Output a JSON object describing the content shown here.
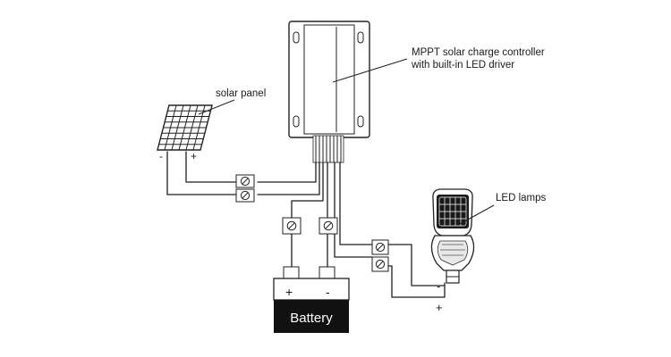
{
  "labels": {
    "controller_line1": "MPPT solar charge controller",
    "controller_line2": "with built-in LED driver",
    "solar_panel": "solar panel",
    "led_lamps": "LED lamps",
    "battery": "Battery",
    "panel_minus": "-",
    "panel_plus": "+",
    "battery_plus": "+",
    "battery_minus": "-",
    "lamp_minus": "-",
    "lamp_plus": "+"
  },
  "colors": {
    "line": "#1f1f1f",
    "battery_body": "#111111",
    "battery_text": "#ffffff",
    "background": "#ffffff"
  }
}
